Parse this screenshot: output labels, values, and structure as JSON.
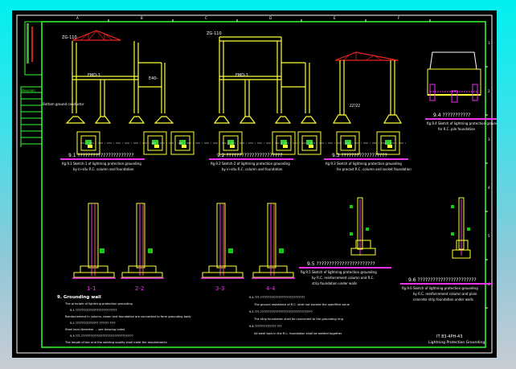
{
  "sheet": {
    "title_block": {
      "drawing_no": "IT 83-4PH-43",
      "title": "Lightning Protection Grounding",
      "strip_label": "Revision"
    },
    "grid_letters_top": [
      "A",
      "B",
      "C",
      "D",
      "E",
      "F"
    ],
    "grid_numbers_right": [
      "1",
      "2",
      "3",
      "4",
      "5",
      "6"
    ]
  },
  "views": [
    {
      "id": "9.1",
      "heading": "9.1 ??????????????????????",
      "caption1": "fig.9.1 Sketch-1 of lightning protection grounding",
      "caption2": "by in-situ R.C. column and foundation"
    },
    {
      "id": "9.2",
      "heading": "9.2 ??????????????????????",
      "caption1": "fig.9.2 Sketch-2 of lightning protection grounding",
      "caption2": "by in-situ R.C. column and foundation"
    },
    {
      "id": "9.3",
      "heading": "9.3 ??????????????????",
      "caption1": "fig.9.3 Sketch of lightning protection grounding",
      "caption2": "for precast R.C. column and socket foundation"
    },
    {
      "id": "9.4",
      "heading": "9.4 ???????????",
      "caption1": "fig.9.4 Sketch of lightning protection grounding",
      "caption2": "for R.C. pile foundation"
    },
    {
      "id": "9.5",
      "heading": "9.5 ???????????????????????",
      "caption1": "fig.9.5 Sketch of lightning protection grounding",
      "caption2": "by R.C. reinforcement column and R.C.",
      "caption3": "strip foundation under walls"
    },
    {
      "id": "9.6",
      "heading": "9.6 ???????????????????????",
      "caption1": "fig.9.6 Sketch of lightning protection grounding",
      "caption2": "by R.C. reinforcement column and plain",
      "caption3": "concrete strip foundation under walls"
    }
  ],
  "sections": [
    "1-1",
    "2-2",
    "3-3",
    "4-4"
  ],
  "labels": {
    "beam_label": "ZG-110",
    "col_label": "FMD-1",
    "mark_label": "E40-",
    "down_lead": "Bottom ground conductor",
    "ground_ring": "ZZ?ZZ"
  },
  "notes": {
    "heading": "9. Grounding wall",
    "lines": [
      "The principle of lightning protection grounding",
      "9.1 ???????????????????????????",
      "Reinforcement in column, beam and foundation are connected to form grounding body",
      "9.2 ??????????????? ?????? ????",
      "Steel bars diameter ... see drawing notes",
      "9.3 ???-??????????????????????????????????",
      "The length of bar and the welding quality shall meet the requirements"
    ],
    "right_lines": [
      "9.4 ???-?????????????????????????????",
      "The ground resistance of R.C. shall not exceed the specified value",
      "9.5 ???-??????????????????????????????????",
      "The strip foundation shall be connected to the grounding ring",
      "9.6 ?????????????? ???",
      "All steel bars in the R.C. foundation shall be welded together"
    ]
  }
}
